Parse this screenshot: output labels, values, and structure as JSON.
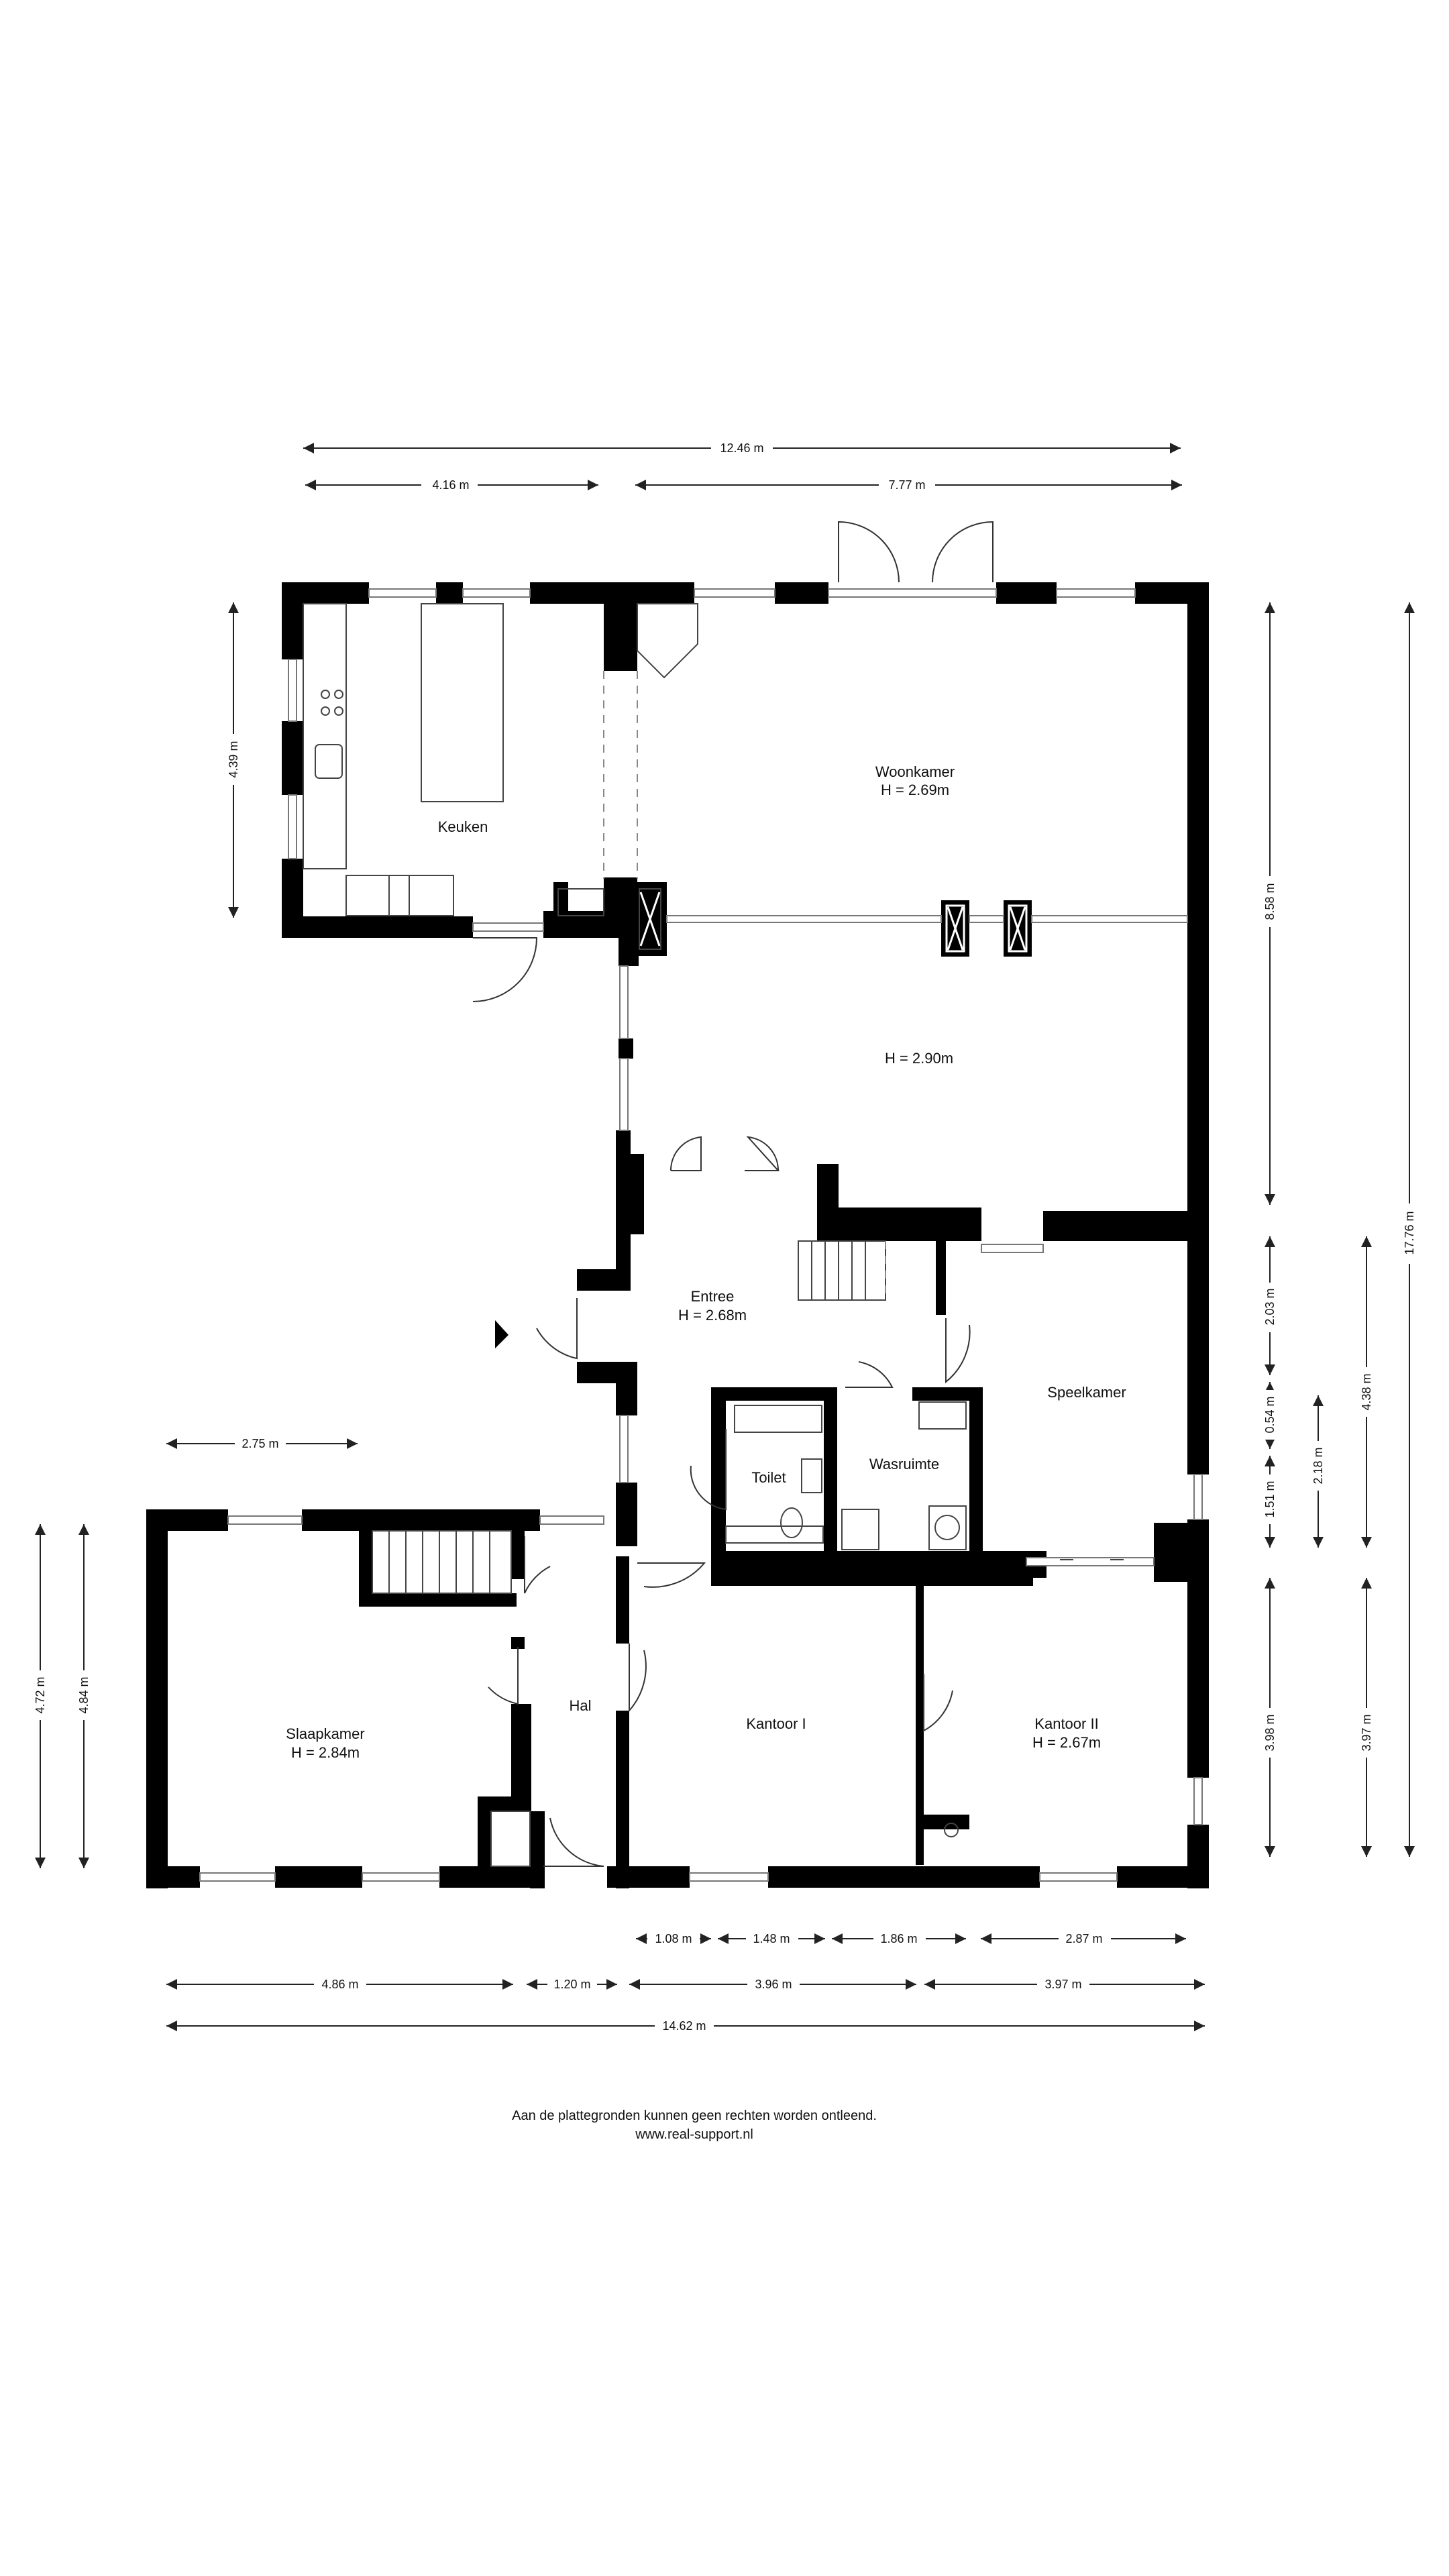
{
  "rooms": {
    "keuken": "Keuken",
    "woonkamer": "Woonkamer",
    "woonkamer_h": "H = 2.69m",
    "living_h": "H = 2.90m",
    "entree": "Entree",
    "entree_h": "H = 2.68m",
    "speelkamer": "Speelkamer",
    "toilet": "Toilet",
    "wasruimte": "Wasruimte",
    "slaapkamer": "Slaapkamer",
    "slaapkamer_h": "H = 2.84m",
    "hal": "Hal",
    "kantoor1": "Kantoor I",
    "kantoor2": "Kantoor II",
    "kantoor2_h": "H = 2.67m"
  },
  "dimensions": {
    "top_total": "12.46 m",
    "top_left": "4.16 m",
    "top_right": "7.77 m",
    "left_keuken": "4.39 m",
    "right_upper": "8.58 m",
    "right_total": "17.76 m",
    "right_203": "2.03 m",
    "right_054": "0.54 m",
    "right_151": "1.51 m",
    "right_218": "2.18 m",
    "right_438": "4.38 m",
    "right_398": "3.98 m",
    "right_397": "3.97 m",
    "left_275": "2.75 m",
    "left_472": "4.72 m",
    "left_484": "4.84 m",
    "b1_108": "1.08 m",
    "b1_148": "1.48 m",
    "b1_186": "1.86 m",
    "b1_287": "2.87 m",
    "b2_486": "4.86 m",
    "b2_120": "1.20 m",
    "b2_396": "3.96 m",
    "b2_397": "3.97 m",
    "bottom_total": "14.62 m"
  },
  "footer": {
    "disclaimer": "Aan de plattegronden kunnen geen rechten worden ontleend.",
    "website": "www.real-support.nl"
  }
}
